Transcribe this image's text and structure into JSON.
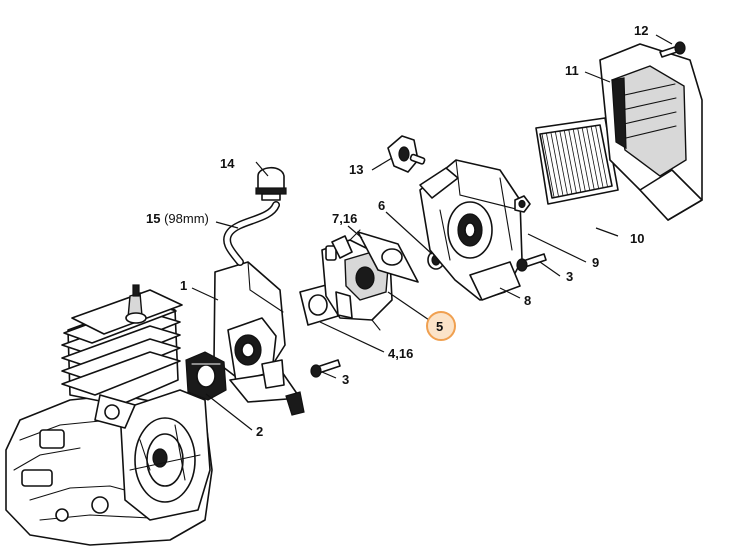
{
  "diagram": {
    "highlight_color": "#f0a050",
    "highlight_fill": "#fbe3c8",
    "highlighted_callout": "5",
    "callouts": [
      {
        "id": "c12",
        "label": "12",
        "sub": ""
      },
      {
        "id": "c11",
        "label": "11",
        "sub": ""
      },
      {
        "id": "c14",
        "label": "14",
        "sub": ""
      },
      {
        "id": "c13",
        "label": "13",
        "sub": ""
      },
      {
        "id": "c15",
        "label": "15",
        "sub": " (98mm)"
      },
      {
        "id": "c6",
        "label": "6",
        "sub": ""
      },
      {
        "id": "c716",
        "label": "7,16",
        "sub": ""
      },
      {
        "id": "c10",
        "label": "10",
        "sub": ""
      },
      {
        "id": "c9",
        "label": "9",
        "sub": ""
      },
      {
        "id": "c3a",
        "label": "3",
        "sub": ""
      },
      {
        "id": "c8",
        "label": "8",
        "sub": ""
      },
      {
        "id": "c1",
        "label": "1",
        "sub": ""
      },
      {
        "id": "c5",
        "label": "5",
        "sub": ""
      },
      {
        "id": "c416",
        "label": "4,16",
        "sub": ""
      },
      {
        "id": "c3b",
        "label": "3",
        "sub": ""
      },
      {
        "id": "c2",
        "label": "2",
        "sub": ""
      }
    ]
  }
}
